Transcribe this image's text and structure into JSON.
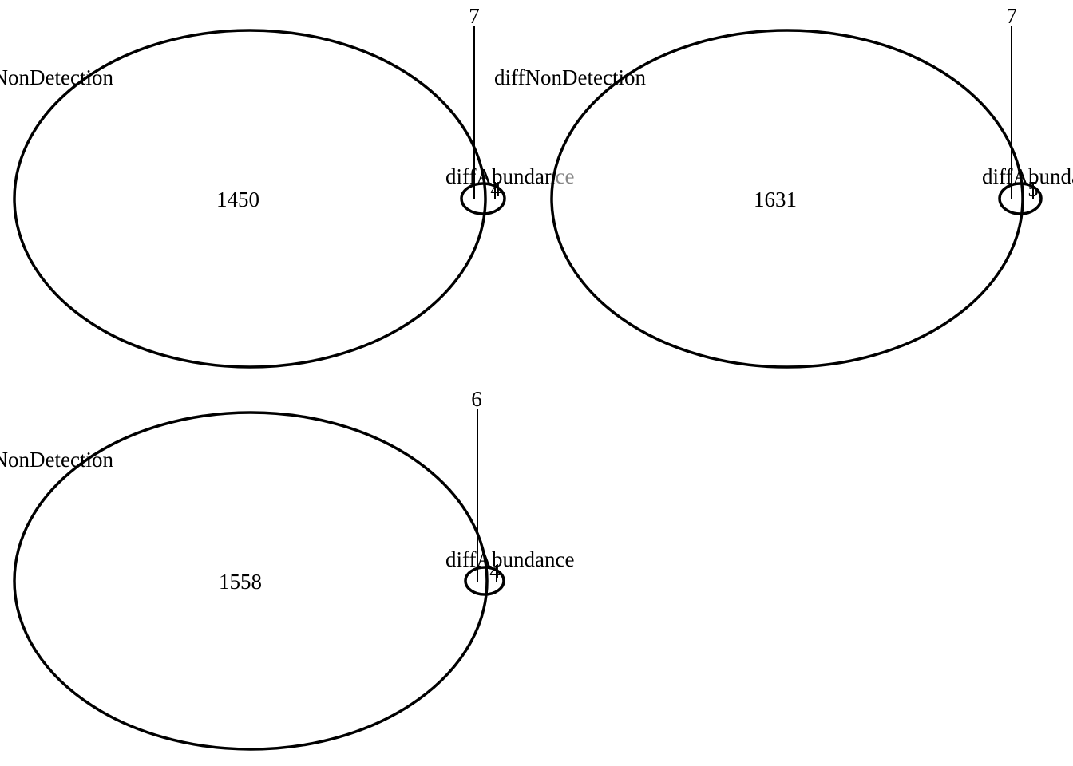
{
  "diagrams": [
    {
      "set_a": "diffNonDetection",
      "set_b": "diffAbundance",
      "only_a": "1450",
      "overlap": "7",
      "only_b": "4"
    },
    {
      "set_a": "diffNonDetection",
      "set_b": "diffAbundance",
      "only_a": "1631",
      "overlap": "7",
      "only_b": "5"
    },
    {
      "set_a": "diffNonDetection",
      "set_b": "diffAbundance",
      "only_a": "1558",
      "overlap": "6",
      "only_b": "4"
    }
  ],
  "colors": {
    "stroke": "#000000",
    "overflow_label": "#888888"
  }
}
